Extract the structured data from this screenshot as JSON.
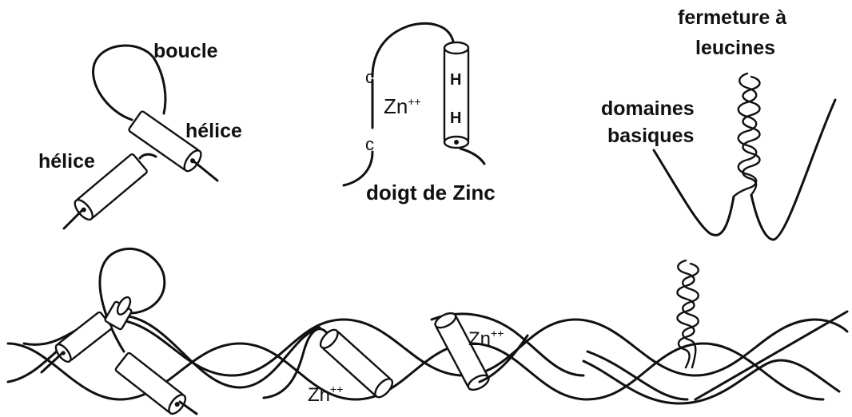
{
  "labels": {
    "boucle": "boucle",
    "helice_right": "hélice",
    "helice_left": "hélice",
    "c_top": "c",
    "c_bottom": "c",
    "zn_top": "Zn",
    "zn_top_sup": "++",
    "h_top": "H",
    "h_bottom": "H",
    "doigt": "doigt de Zinc",
    "fermeture_1": "fermeture à",
    "fermeture_2": "leucines",
    "domaines_1": "domaines",
    "domaines_2": "basiques",
    "zn_bottom_left": "Zn",
    "zn_bottom_left_sup": "++",
    "zn_bottom_right": "Zn",
    "zn_bottom_right_sup": "++"
  }
}
